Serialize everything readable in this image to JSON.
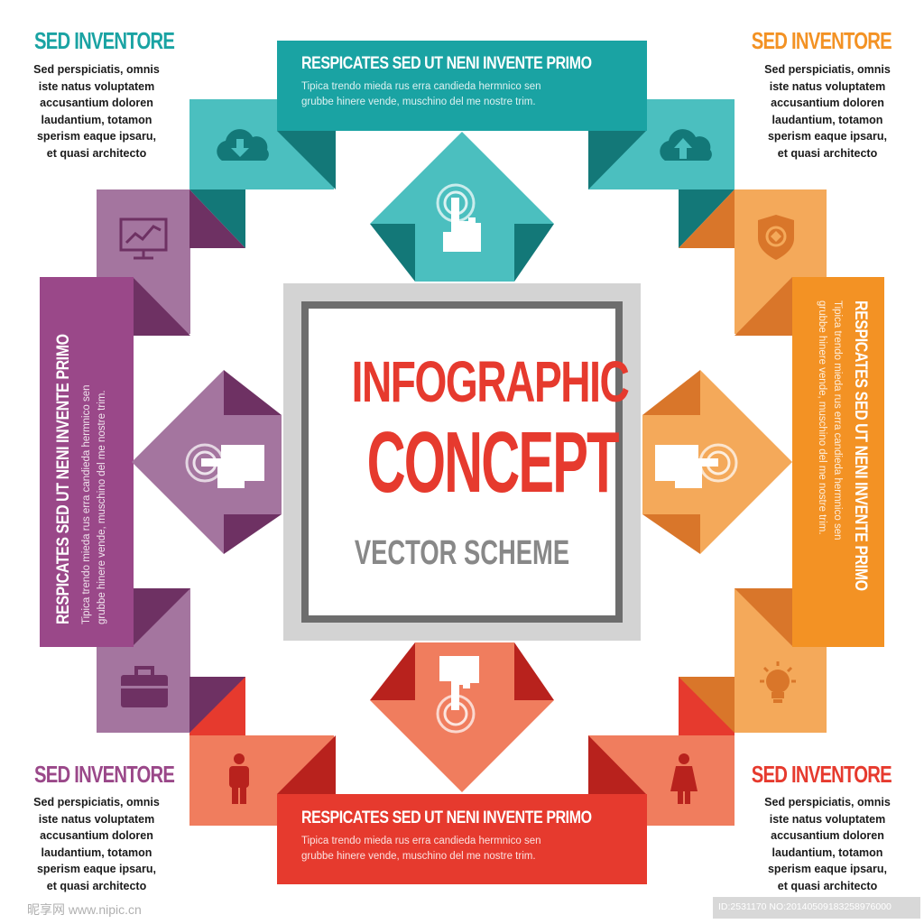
{
  "center": {
    "title_line1": "INFOGRAPHIC",
    "title_line2": "CONCEPT",
    "subtitle": "VECTOR SCHEME"
  },
  "corners": {
    "top_left": {
      "title": "SED INVENTORE",
      "body": [
        "Sed perspiciatis, omnis",
        "iste natus voluptatem",
        "accusantium doloren",
        "laudantium, totamon",
        "sperism eaque ipsaru,",
        "et quasi architecto"
      ]
    },
    "top_right": {
      "title": "SED INVENTORE",
      "body": [
        "Sed perspiciatis, omnis",
        "iste natus voluptatem",
        "accusantium doloren",
        "laudantium, totamon",
        "sperism eaque ipsaru,",
        "et quasi architecto"
      ]
    },
    "bottom_left": {
      "title": "SED INVENTORE",
      "body": [
        "Sed perspiciatis, omnis",
        "iste natus voluptatem",
        "accusantium doloren",
        "laudantium, totamon",
        "sperism eaque ipsaru,",
        "et quasi architecto"
      ]
    },
    "bottom_right": {
      "title": "SED INVENTORE",
      "body": [
        "Sed perspiciatis, omnis",
        "iste natus voluptatem",
        "accusantium doloren",
        "laudantium, totamon",
        "sperism eaque ipsaru,",
        "et quasi architecto"
      ]
    }
  },
  "bands": {
    "top": {
      "title": "RESPICATES SED UT NENI INVENTE PRIMO",
      "body": [
        "Tipica trendo mieda rus erra candieda hermnico sen",
        "grubbe hinere vende, muschino del me nostre trim."
      ]
    },
    "bottom": {
      "title": "RESPICATES SED UT NENI INVENTE PRIMO",
      "body": [
        "Tipica trendo mieda rus erra candieda hermnico sen",
        "grubbe hinere vende, muschino del me nostre trim."
      ]
    },
    "left": {
      "title": "RESPICATES SED UT NENI INVENTE PRIMO",
      "body": [
        "Tipica trendo mieda rus erra candieda hermnico sen",
        "grubbe hinere vende, muschino del me nostre trim."
      ]
    },
    "right": {
      "title": "RESPICATES SED UT NENI INVENTE PRIMO",
      "body": [
        "Tipica trendo mieda rus erra candieda hermnico sen",
        "grubbe hinere vende, muschino del me nostre trim."
      ]
    }
  },
  "icons": {
    "top_left": "cloud-download-icon",
    "top_right": "cloud-upload-icon",
    "left_upper": "monitor-chart-icon",
    "left_lower": "briefcase-icon",
    "right_upper": "shield-icon",
    "right_lower": "lightbulb-icon",
    "bottom_left": "man-icon",
    "bottom_right": "woman-icon",
    "arrow_top": "hand-tap-icon",
    "arrow_bottom": "hand-tap-icon",
    "arrow_left": "hand-point-icon",
    "arrow_right": "hand-point-icon"
  },
  "colors": {
    "teal": "#4bbfbf",
    "teal_band": "#1aa3a3",
    "teal_dark": "#137878",
    "purple": "#a4759f",
    "purple_band": "#9a4889",
    "purple_dark": "#6e3163",
    "orange": "#f4a95a",
    "orange_band": "#f39224",
    "orange_dark": "#d9762a",
    "salmon": "#f07d5e",
    "red_band": "#e63a2e",
    "red_dark": "#b8221d",
    "title_red": "#e63a2e",
    "subtitle_gray": "#888888",
    "frame_outer": "#d3d3d3",
    "frame_inner": "#6d6d6d",
    "corner_teal": "#1aa3a3",
    "corner_orange": "#f39224",
    "corner_purple": "#9a4889",
    "corner_red": "#e63a2e"
  },
  "footer": {
    "watermark_left": "昵享网 www.nipic.cn",
    "watermark_right": "ID:2531170 NO:20140509183258976000"
  }
}
